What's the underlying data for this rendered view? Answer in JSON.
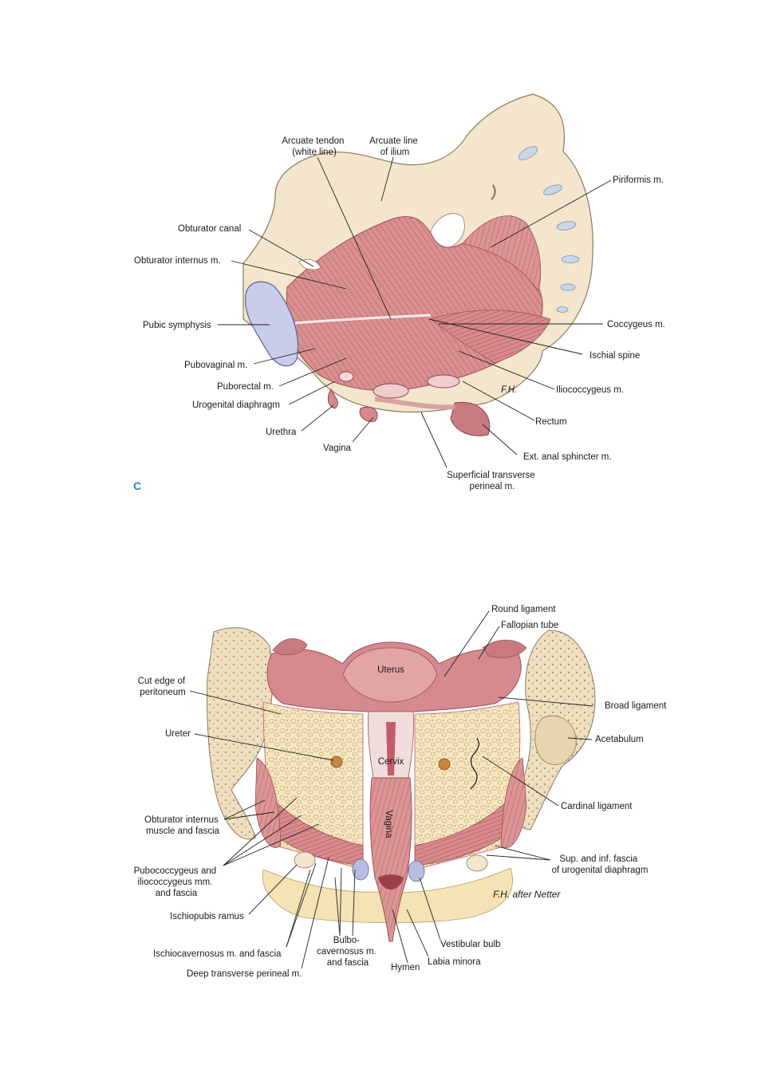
{
  "figures": [
    {
      "panel_letter": "C",
      "labels": {
        "arcuate_tendon": [
          "Arcuate tendon",
          "(white line)"
        ],
        "arcuate_line_ilium": [
          "Arcuate line",
          "of ilium"
        ],
        "piriformis": [
          "Piriformis m."
        ],
        "obturator_canal": [
          "Obturator canal"
        ],
        "obturator_internus": [
          "Obturator internus m."
        ],
        "pubic_symphysis": [
          "Pubic symphysis"
        ],
        "coccygeus": [
          "Coccygeus m."
        ],
        "ischial_spine": [
          "Ischial spine"
        ],
        "pubovaginal": [
          "Pubovaginal m."
        ],
        "puborectal": [
          "Puborectal m."
        ],
        "iliococcygeus": [
          "Iliococcygeus m."
        ],
        "urogenital_diaphragm": [
          "Urogenital diaphragm"
        ],
        "rectum": [
          "Rectum"
        ],
        "urethra": [
          "Urethra"
        ],
        "vagina": [
          "Vagina"
        ],
        "ext_anal_sphincter": [
          "Ext. anal sphincter m."
        ],
        "superficial_transverse_perineal": [
          "Superficial transverse",
          "perineal m."
        ]
      },
      "signature": "F.H."
    },
    {
      "labels": {
        "round_ligament": [
          "Round ligament"
        ],
        "fallopian_tube": [
          "Fallopian tube"
        ],
        "uterus": [
          "Uterus"
        ],
        "cut_edge_peritoneum": [
          "Cut edge of",
          "peritoneum"
        ],
        "broad_ligament": [
          "Broad ligament"
        ],
        "ureter": [
          "Ureter"
        ],
        "acetabulum": [
          "Acetabulum"
        ],
        "cervix": [
          "Cervix"
        ],
        "cardinal_ligament": [
          "Cardinal ligament"
        ],
        "vagina": [
          "Vagina"
        ],
        "obturator_internus_fascia": [
          "Obturator internus",
          "muscle and fascia"
        ],
        "sup_inf_fascia": [
          "Sup. and inf. fascia",
          "of urogenital diaphragm"
        ],
        "pubococcygeus": [
          "Pubococcygeus and",
          "iliococcygeus mm.",
          "and fascia"
        ],
        "ischiopubis_ramus": [
          "Ischiopubis ramus"
        ],
        "bulbocavernosus": [
          "Bulbo-",
          "cavernosus m.",
          "and fascia"
        ],
        "vestibular_bulb": [
          "Vestibular bulb"
        ],
        "ischiocavernosus": [
          "Ischiocavernosus m. and fascia"
        ],
        "labia_minora": [
          "Labia minora"
        ],
        "hymen": [
          "Hymen"
        ],
        "deep_transverse_perineal": [
          "Deep transverse perineal m."
        ]
      },
      "signature": "F.H. after Netter"
    }
  ],
  "colors": {
    "bone": "#f3e6cc",
    "bone_edge": "#8a7a5e",
    "muscle": "#d98c8c",
    "muscle_dark": "#b65d63",
    "muscle_light": "#ecb3b0",
    "cartilage": "#c8cce8",
    "fat": "#f4e3b5",
    "panel_letter": "#1e88d4"
  }
}
